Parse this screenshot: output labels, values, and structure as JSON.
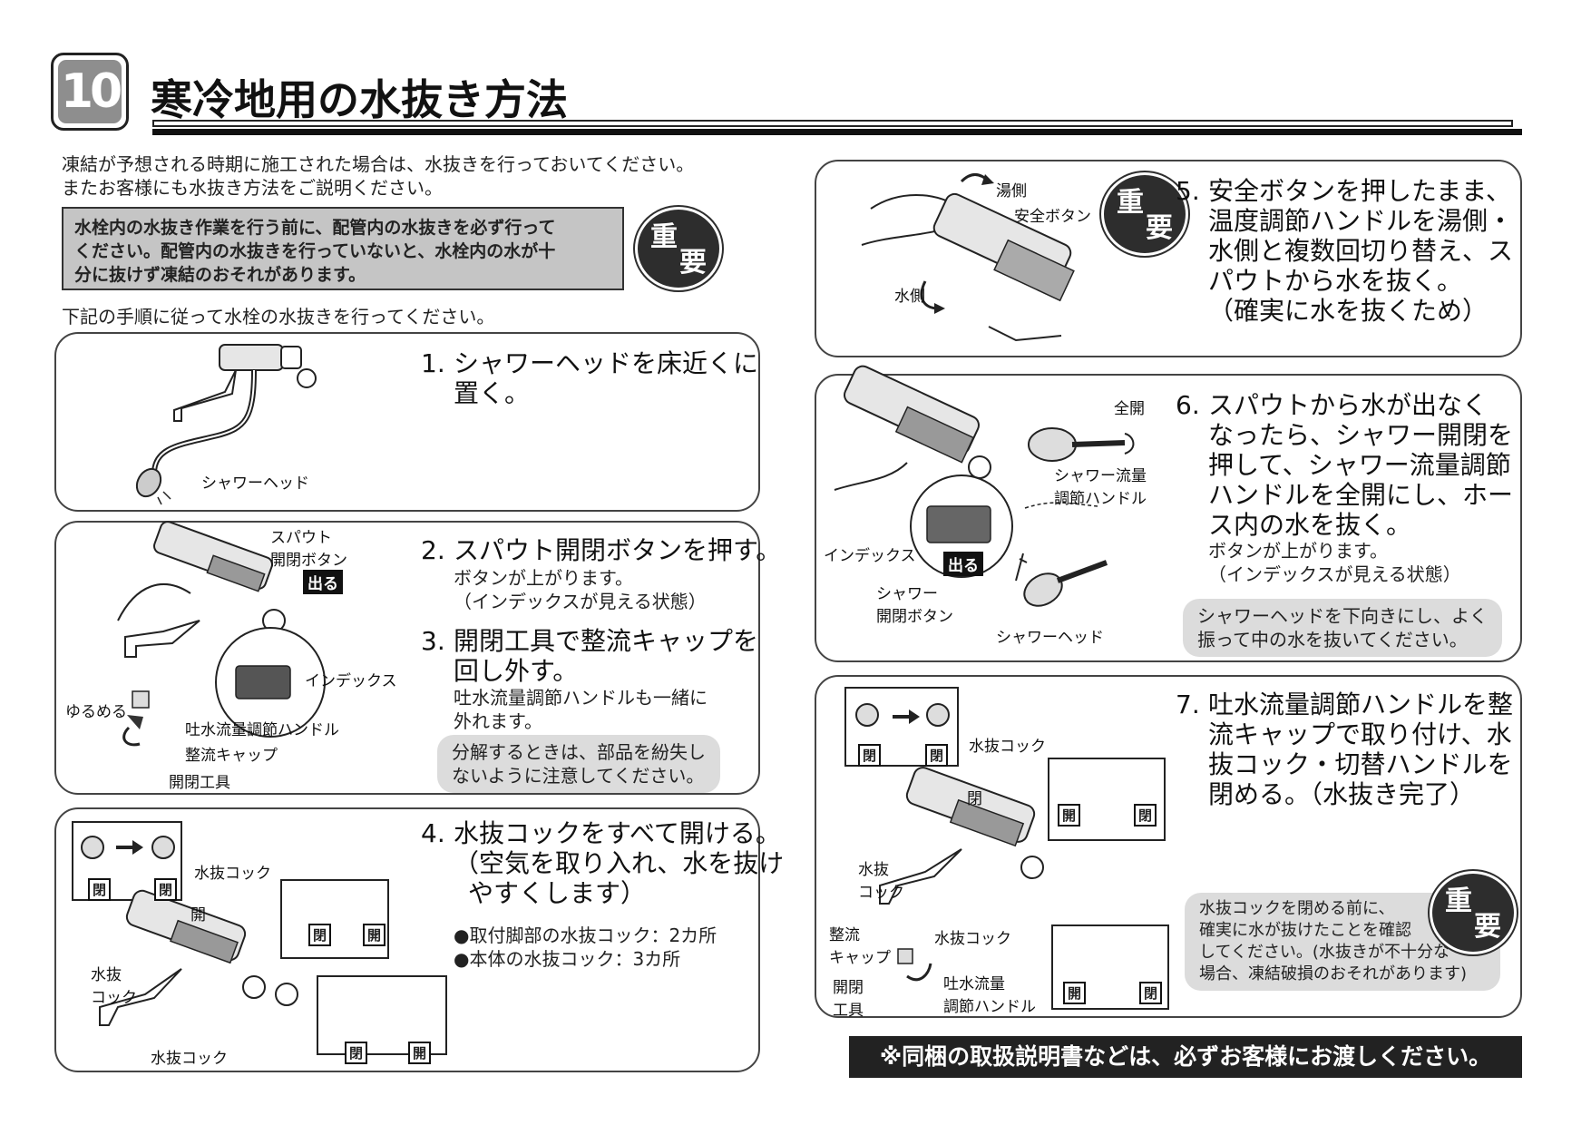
{
  "header": {
    "section_number": "10",
    "title": "寒冷地用の水抜き方法"
  },
  "intro": {
    "line1": "凍結が予想される時期に施工された場合は、水抜きを行っておいてください。",
    "line2": "またお客様にも水抜き方法をご説明ください。"
  },
  "warning": {
    "line1": "水栓内の水抜き作業を行う前に、配管内の水抜きを必ず行って",
    "line2": "ください。配管内の水抜きを行っていないと、水栓内の水が十",
    "line3": "分に抜けず凍結のおそれがあります。",
    "seal_top": "重",
    "seal_bottom": "要"
  },
  "instruction": "下記の手順に従って水栓の水抜きを行ってください。",
  "steps": {
    "s1": {
      "num": "1.",
      "line1": "シャワーヘッドを床近くに",
      "line2": "置く。",
      "label_head": "シャワーヘッド"
    },
    "s2": {
      "num": "2.",
      "title": "スパウト開閉ボタンを押す。",
      "sub1": "ボタンが上がります。",
      "sub2": "（インデックスが見える状態）",
      "label_button1": "スパウト",
      "label_button2": "開閉ボタン",
      "tag_out": "出る",
      "label_index": "インデックス"
    },
    "s3": {
      "num": "3.",
      "line1": "開閉工具で整流キャップを",
      "line2": "回し外す。",
      "sub1": "吐水流量調節ハンドルも一緒に",
      "sub2": "外れます。",
      "note1": "分解するときは、部品を紛失し",
      "note2": "ないように注意してください。",
      "label_loosen": "ゆるめる",
      "label_handle": "吐水流量調節ハンドル",
      "label_cap": "整流キャップ",
      "label_tool": "開閉工具"
    },
    "s4": {
      "num": "4.",
      "line1": "水抜コックをすべて開ける。",
      "line2": "（空気を取り入れ、水を抜け",
      "line3": "やすくします）",
      "bullet1": "●取付脚部の水抜コック：2カ所",
      "bullet2": "●本体の水抜コック：3カ所",
      "label_cock": "水抜コック",
      "label_cock_a": "水抜",
      "label_cock_b": "コック",
      "label_open": "開",
      "label_closed": "閉"
    },
    "s5": {
      "num": "5.",
      "line1": "安全ボタンを押したまま、",
      "line2": "温度調節ハンドルを湯側・",
      "line3": "水側と複数回切り替え、ス",
      "line4": "パウトから水を抜く。",
      "line5": "（確実に水を抜くため）",
      "label_hot": "湯側",
      "label_safety": "安全ボタン",
      "label_cold": "水側",
      "seal_top": "重",
      "seal_bottom": "要"
    },
    "s6": {
      "num": "6.",
      "line1": "スパウトから水が出なく",
      "line2": "なったら、シャワー開閉を",
      "line3": "押して、シャワー流量調節",
      "line4": "ハンドルを全開にし、ホー",
      "line5": "ス内の水を抜く。",
      "sub1": "ボタンが上がります。",
      "sub2": "（インデックスが見える状態）",
      "note1": "シャワーヘッドを下向きにし、よく",
      "note2": "振って中の水を抜いてください。",
      "label_fullopen": "全開",
      "label_flow1": "シャワー流量",
      "label_flow2": "調節ハンドル",
      "label_index": "インデックス",
      "tag_out": "出る",
      "label_shbtn1": "シャワー",
      "label_shbtn2": "開閉ボタン",
      "label_head": "シャワーヘッド"
    },
    "s7": {
      "num": "7.",
      "line1": "吐水流量調節ハンドルを整",
      "line2": "流キャップで取り付け、水",
      "line3": "抜コック・切替ハンドルを",
      "line4": "閉める。（水抜き完了）",
      "note1": "水抜コックを閉める前に、",
      "note2": "確実に水が抜けたことを確認",
      "note3": "してください。(水抜きが不十分な",
      "note4": "場合、凍結破損のおそれがあります)",
      "label_cock": "水抜コック",
      "label_cock_a": "水抜",
      "label_cock_b": "コック",
      "label_cap1": "整流",
      "label_cap2": "キャップ",
      "label_tool1": "開閉",
      "label_tool2": "工具",
      "label_handle1": "吐水流量",
      "label_handle2": "調節ハンドル",
      "label_open": "開",
      "label_closed": "閉",
      "seal_top": "重",
      "seal_bottom": "要"
    }
  },
  "footer": "※同梱の取扱説明書などは、必ずお客様にお渡しください。"
}
